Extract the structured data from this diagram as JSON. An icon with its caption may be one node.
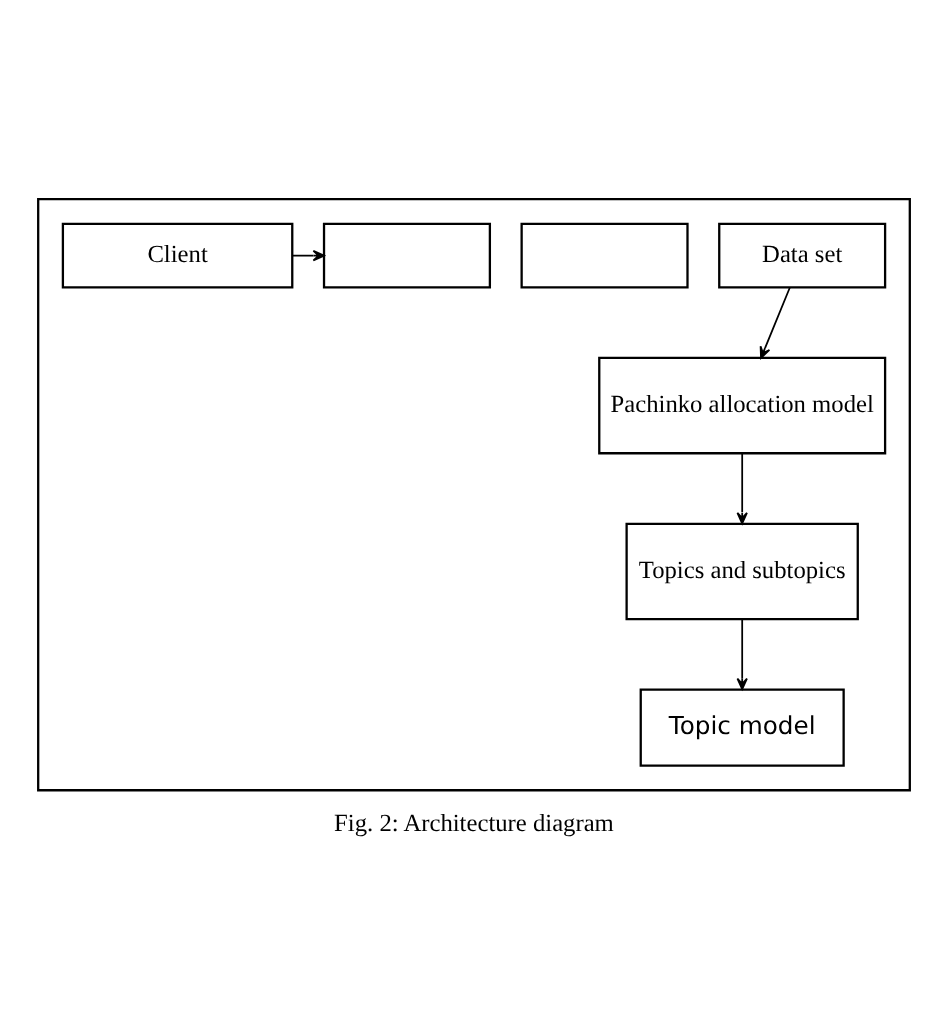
{
  "diagram": {
    "caption": "Fig. 2: Architecture diagram",
    "nodes": [
      {
        "text": [],
        "shape": "box"
      },
      {
        "text": [
          "Client"
        ],
        "in": 0
      },
      {
        "text": [],
        "shape": "box",
        "in": 0
      },
      {
        "text": [],
        "shape": "box",
        "in": 0
      },
      {
        "text": [
          "Data set"
        ],
        "in": 0
      },
      {
        "text": [
          "Pachinko allocation model"
        ],
        "in": 0
      },
      {
        "text": [
          "Topics and subtopics"
        ],
        "in": 0
      },
      {
        "text": [
          "Topic model"
        ],
        "in": 0
      }
    ],
    "edges": [
      {
        "from": 1,
        "to": 2,
        "arrow": "to"
      },
      {
        "from": 4,
        "to": 5,
        "arrow": "to"
      },
      {
        "from": 5,
        "to": 6,
        "arrow": "to"
      },
      {
        "from": 6,
        "to": 7,
        "arrow": "to"
      }
    ]
  }
}
